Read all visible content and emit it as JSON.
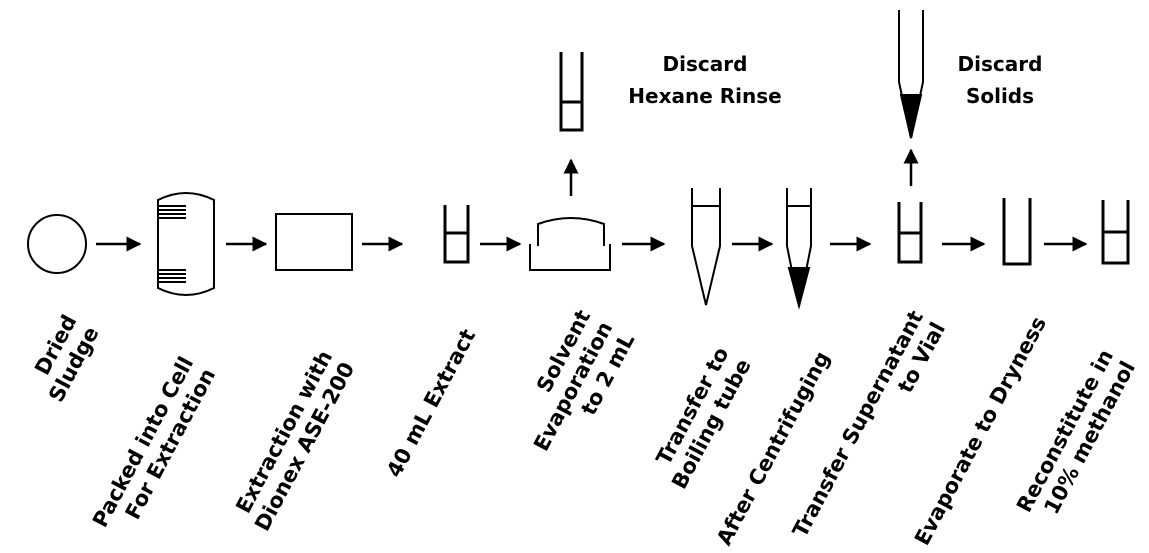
{
  "steps": [
    {
      "id": "sludge",
      "lines": [
        "Dried",
        "Sludge"
      ],
      "icon": "circle-icon"
    },
    {
      "id": "packed",
      "lines": [
        "Packed into Cell",
        "For Extraction"
      ],
      "icon": "extraction-cell-icon"
    },
    {
      "id": "ase",
      "lines": [
        "Extraction with",
        "Dionex ASE-200"
      ],
      "icon": "rectangle-icon"
    },
    {
      "id": "extract",
      "lines": [
        "40 mL Extract"
      ],
      "icon": "vial-icon"
    },
    {
      "id": "evap",
      "lines": [
        "Solvent",
        "Evaporation",
        "to 2 mL"
      ],
      "icon": "evaporation-vessel-icon"
    },
    {
      "id": "boiling",
      "lines": [
        "Transfer to",
        "Boiling tube"
      ],
      "icon": "boiling-tube-icon"
    },
    {
      "id": "centrifuge",
      "lines": [
        "After Centrifuging"
      ],
      "icon": "centrifuge-tube-icon"
    },
    {
      "id": "supernatant",
      "lines": [
        "Transfer Supernatant",
        "to Vial"
      ],
      "icon": "vial-icon"
    },
    {
      "id": "dryness",
      "lines": [
        "Evaporate to Dryness"
      ],
      "icon": "empty-vial-icon"
    },
    {
      "id": "reconstitute",
      "lines": [
        "Reconstitute in",
        "10% methanol"
      ],
      "icon": "vial-icon"
    }
  ],
  "discards": [
    {
      "id": "hexane",
      "lines": [
        "Discard",
        "Hexane Rinse"
      ],
      "icon": "vial-icon"
    },
    {
      "id": "solids",
      "lines": [
        "Discard",
        "Solids"
      ],
      "icon": "centrifuge-tube-icon"
    }
  ]
}
